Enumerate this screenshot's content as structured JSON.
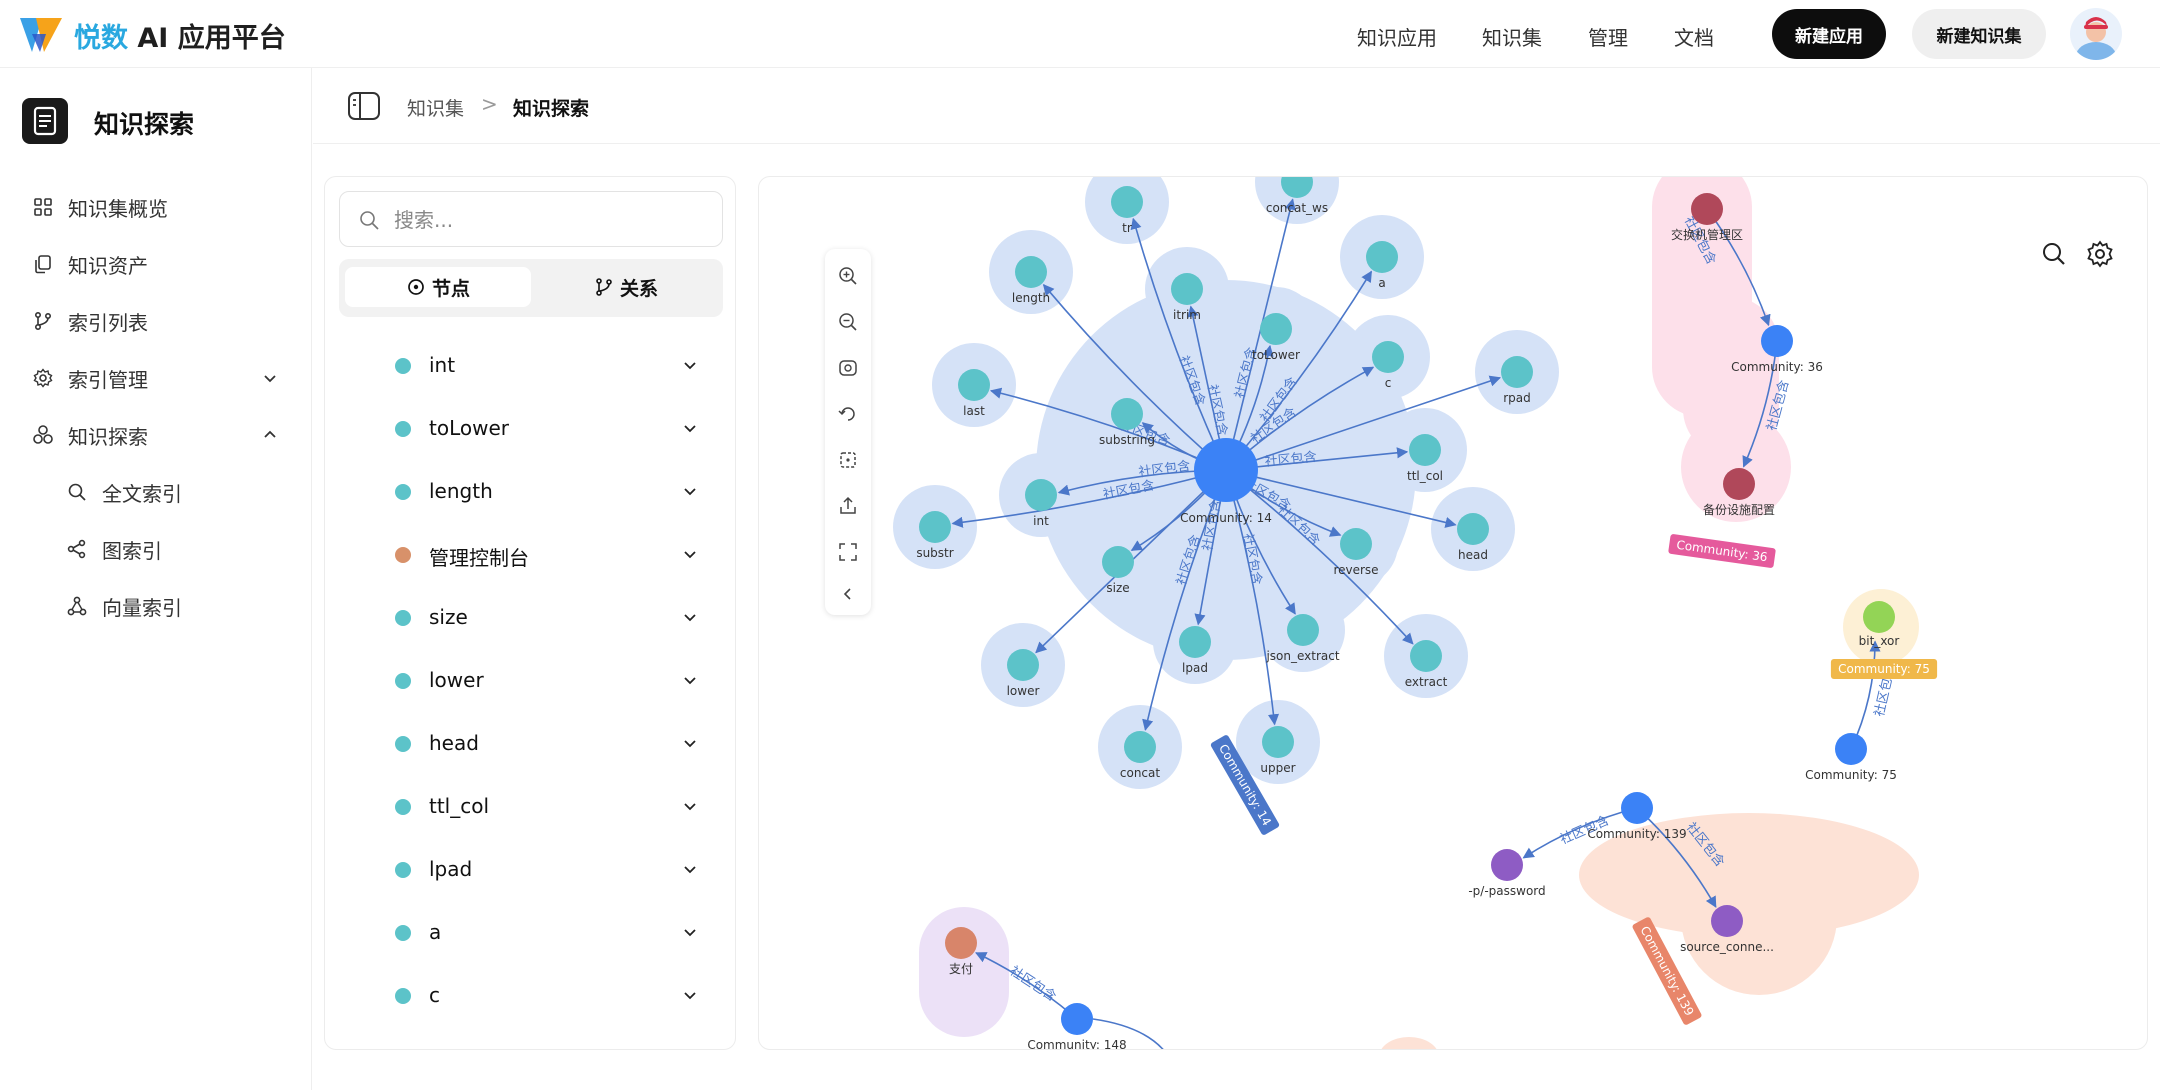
{
  "header": {
    "brand_part1": "悦数",
    "brand_part2": " AI 应用平台",
    "nav": [
      "知识应用",
      "知识集",
      "管理",
      "文档"
    ],
    "new_app_button": "新建应用",
    "new_kb_button": "新建知识集"
  },
  "sidebar": {
    "title": "知识探索",
    "items": [
      {
        "label": "知识集概览",
        "icon": "grid-icon"
      },
      {
        "label": "知识资产",
        "icon": "copy-icon"
      },
      {
        "label": "索引列表",
        "icon": "branch-icon"
      },
      {
        "label": "索引管理",
        "icon": "gear-icon"
      },
      {
        "label": "知识探索",
        "icon": "cluster-icon"
      }
    ],
    "subitems": [
      {
        "label": "全文索引",
        "icon": "search-icon"
      },
      {
        "label": "图索引",
        "icon": "share-icon"
      },
      {
        "label": "向量索引",
        "icon": "vector-icon"
      }
    ]
  },
  "breadcrumb": {
    "parent": "知识集",
    "separator": ">",
    "current": "知识探索"
  },
  "panel": {
    "search_placeholder": "搜索...",
    "tab_nodes": "节点",
    "tab_relations": "关系",
    "node_list": [
      {
        "label": "int",
        "color": "#5cc3c9"
      },
      {
        "label": "toLower",
        "color": "#5cc3c9"
      },
      {
        "label": "length",
        "color": "#5cc3c9"
      },
      {
        "label": "管理控制台",
        "color": "#d8916a"
      },
      {
        "label": "size",
        "color": "#5cc3c9"
      },
      {
        "label": "lower",
        "color": "#5cc3c9"
      },
      {
        "label": "head",
        "color": "#5cc3c9"
      },
      {
        "label": "ttl_col",
        "color": "#5cc3c9"
      },
      {
        "label": "lpad",
        "color": "#5cc3c9"
      },
      {
        "label": "a",
        "color": "#5cc3c9"
      },
      {
        "label": "c",
        "color": "#5cc3c9"
      }
    ]
  },
  "graph": {
    "edge_label": "社区包含",
    "hub": {
      "label": "Community: 14",
      "color": "#3b82f6"
    },
    "hub_tag": "Community: 14",
    "spokes": [
      {
        "label": "tr"
      },
      {
        "label": "concat_ws"
      },
      {
        "label": "a"
      },
      {
        "label": "length"
      },
      {
        "label": "itrim"
      },
      {
        "label": "toLower"
      },
      {
        "label": "c"
      },
      {
        "label": "rpad"
      },
      {
        "label": "last"
      },
      {
        "label": "substring"
      },
      {
        "label": "ttl_col"
      },
      {
        "label": "int"
      },
      {
        "label": "substr"
      },
      {
        "label": "head"
      },
      {
        "label": "reverse"
      },
      {
        "label": "size"
      },
      {
        "label": "lpad"
      },
      {
        "label": "json_extract"
      },
      {
        "label": "extract"
      },
      {
        "label": "lower"
      },
      {
        "label": "concat"
      },
      {
        "label": "upper"
      }
    ],
    "c36": {
      "hub_label": "Community: 36",
      "tag": "Community: 36",
      "top_label": "交换机管理区",
      "bottom_label": "备份设施配置"
    },
    "c75": {
      "hub_label": "Community: 75",
      "tag": "Community: 75",
      "top_label": "bit_xor"
    },
    "c139": {
      "hub_label": "Community: 139",
      "tag": "Community: 139",
      "left_label": "-p/-password",
      "right_label": "source_conne..."
    },
    "c148": {
      "hub_label": "Community: 148",
      "top_label": "支付"
    }
  }
}
